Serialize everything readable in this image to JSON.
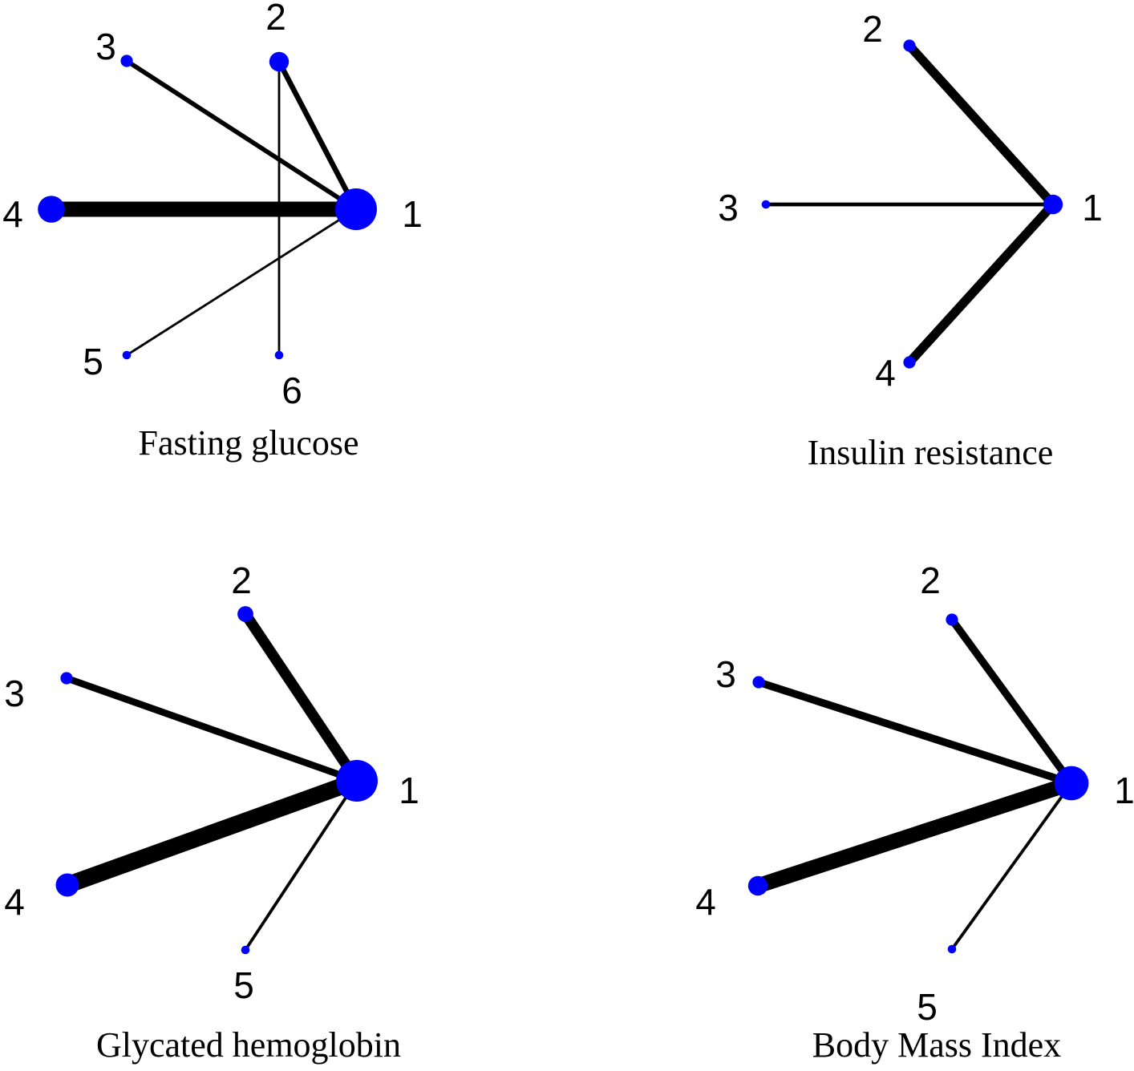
{
  "style": {
    "node_color": "#0000ff",
    "edge_color": "#000000",
    "background": "#ffffff"
  },
  "panels": [
    {
      "title": "Fasting glucose",
      "nodes": [
        {
          "id": "1",
          "label": "1",
          "size": 5
        },
        {
          "id": "2",
          "label": "2",
          "size": 2
        },
        {
          "id": "3",
          "label": "3",
          "size": 1
        },
        {
          "id": "4",
          "label": "4",
          "size": 3
        },
        {
          "id": "5",
          "label": "5",
          "size": 0.5
        },
        {
          "id": "6",
          "label": "6",
          "size": 0.5
        }
      ],
      "edges": [
        {
          "from": "4",
          "to": "1",
          "weight": 10
        },
        {
          "from": "3",
          "to": "1",
          "weight": 3
        },
        {
          "from": "2",
          "to": "1",
          "weight": 3.5
        },
        {
          "from": "5",
          "to": "1",
          "weight": 1.5
        },
        {
          "from": "2",
          "to": "6",
          "weight": 1.5
        }
      ]
    },
    {
      "title": "Insulin resistance",
      "nodes": [
        {
          "id": "1",
          "label": "1",
          "size": 2
        },
        {
          "id": "2",
          "label": "2",
          "size": 1
        },
        {
          "id": "3",
          "label": "3",
          "size": 0.5
        },
        {
          "id": "4",
          "label": "4",
          "size": 1
        }
      ],
      "edges": [
        {
          "from": "2",
          "to": "1",
          "weight": 6
        },
        {
          "from": "3",
          "to": "1",
          "weight": 2.5
        },
        {
          "from": "4",
          "to": "1",
          "weight": 6
        }
      ]
    },
    {
      "title": "Glycated hemoglobin",
      "nodes": [
        {
          "id": "1",
          "label": "1",
          "size": 5
        },
        {
          "id": "2",
          "label": "2",
          "size": 1.5
        },
        {
          "id": "3",
          "label": "3",
          "size": 1
        },
        {
          "id": "4",
          "label": "4",
          "size": 2.5
        },
        {
          "id": "5",
          "label": "5",
          "size": 0.5
        }
      ],
      "edges": [
        {
          "from": "4",
          "to": "1",
          "weight": 11
        },
        {
          "from": "3",
          "to": "1",
          "weight": 4.5
        },
        {
          "from": "2",
          "to": "1",
          "weight": 7
        },
        {
          "from": "5",
          "to": "1",
          "weight": 2
        }
      ]
    },
    {
      "title": "Body Mass Index",
      "nodes": [
        {
          "id": "1",
          "label": "1",
          "size": 4
        },
        {
          "id": "2",
          "label": "2",
          "size": 1
        },
        {
          "id": "3",
          "label": "3",
          "size": 1
        },
        {
          "id": "4",
          "label": "4",
          "size": 2
        },
        {
          "id": "5",
          "label": "5",
          "size": 0.5
        }
      ],
      "edges": [
        {
          "from": "4",
          "to": "1",
          "weight": 10
        },
        {
          "from": "3",
          "to": "1",
          "weight": 5
        },
        {
          "from": "2",
          "to": "1",
          "weight": 5
        },
        {
          "from": "5",
          "to": "1",
          "weight": 2
        }
      ]
    }
  ]
}
